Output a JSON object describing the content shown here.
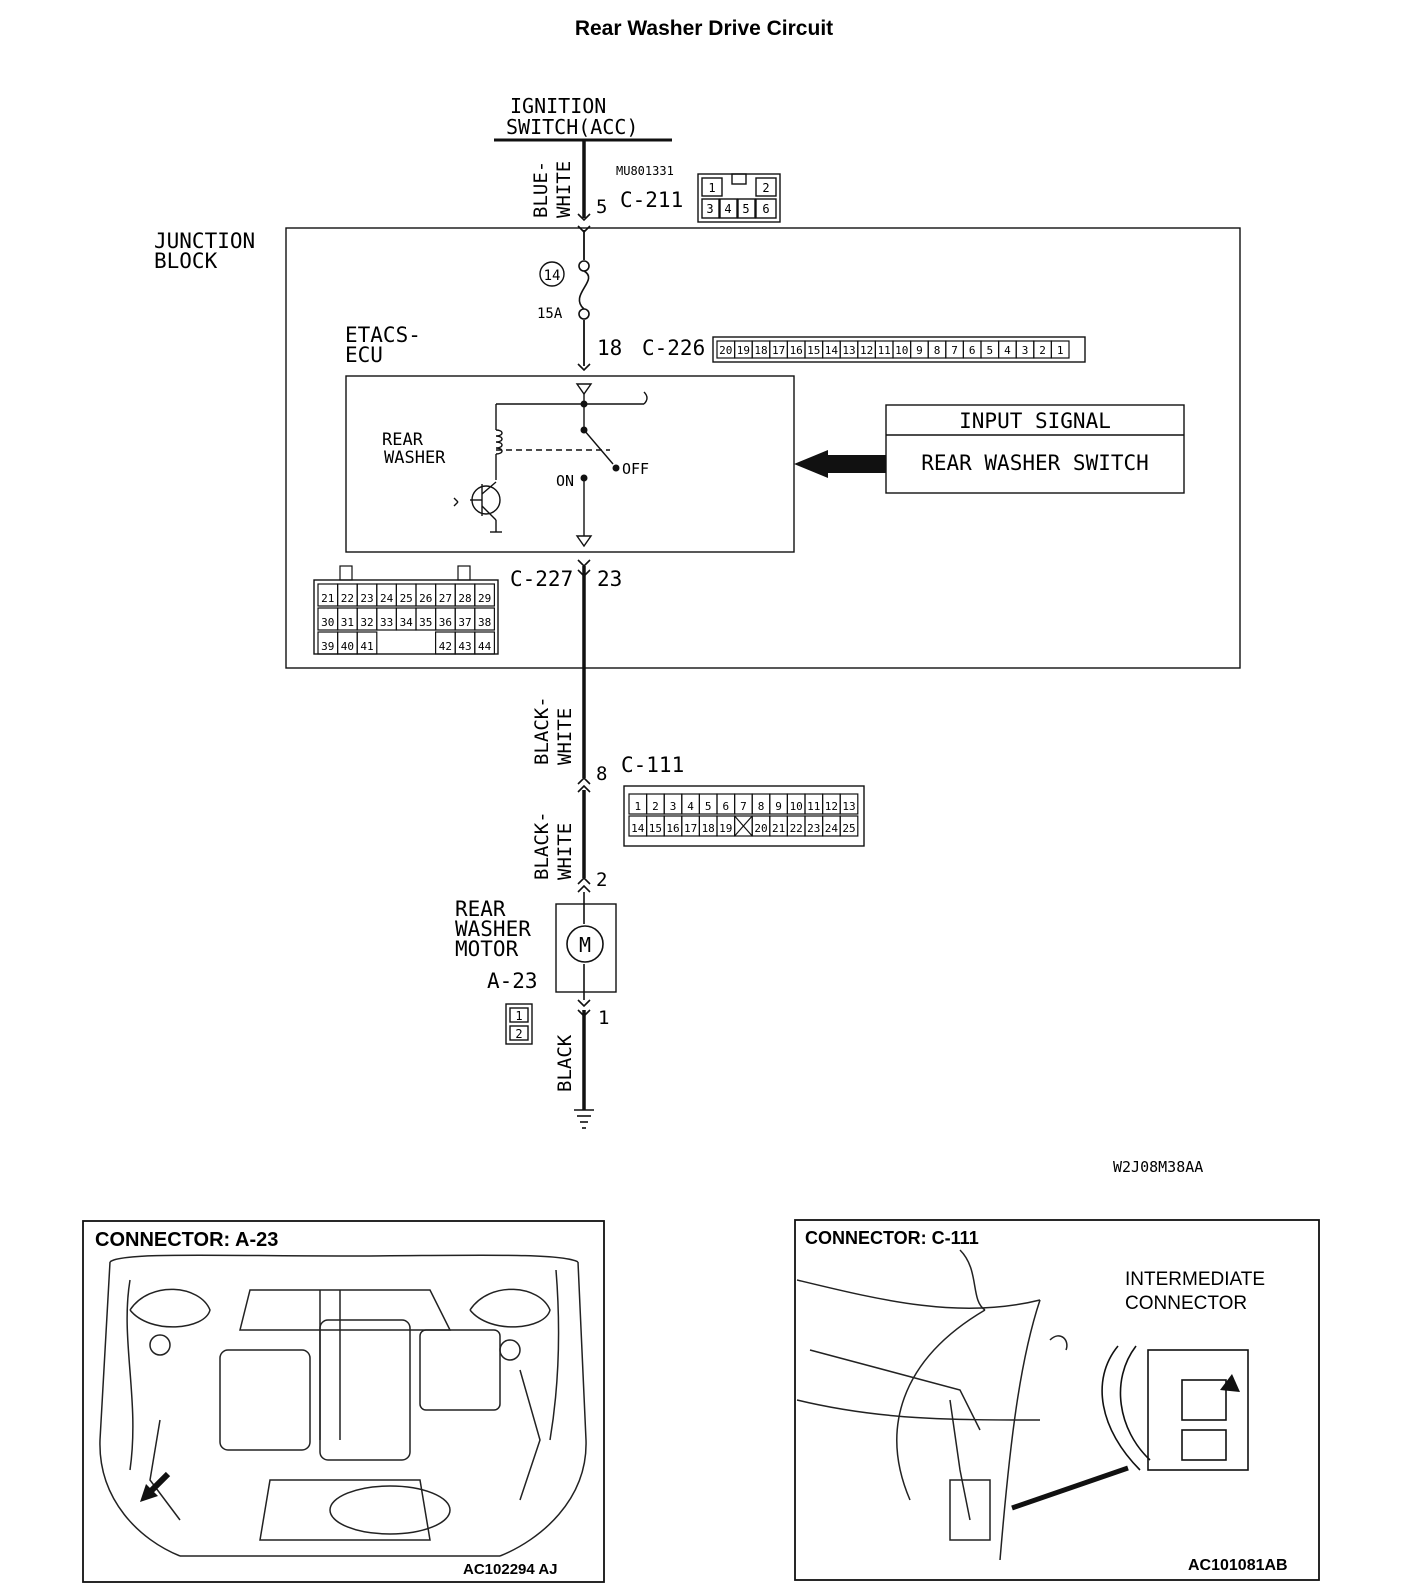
{
  "title": "Rear Washer Drive Circuit",
  "ignition": {
    "line1": "IGNITION",
    "line2": "SWITCH(ACC)"
  },
  "wires": {
    "blue_white_1": "BLUE-",
    "blue_white_2": "WHITE",
    "black_white_1": "BLACK-",
    "black_white_2": "WHITE",
    "black": "BLACK"
  },
  "connectors": {
    "c211": {
      "part": "MU801331",
      "name": "C-211",
      "pin": "5",
      "cells_top": [
        "1",
        "2"
      ],
      "cells_bottom": [
        "3",
        "4",
        "5",
        "6"
      ]
    },
    "c226": {
      "name": "C-226",
      "pin": "18",
      "cells": [
        "20",
        "19",
        "18",
        "17",
        "16",
        "15",
        "14",
        "13",
        "12",
        "11",
        "10",
        "9",
        "8",
        "7",
        "6",
        "5",
        "4",
        "3",
        "2",
        "1"
      ]
    },
    "c227": {
      "name": "C-227",
      "pin": "23",
      "row1": [
        "21",
        "22",
        "23",
        "24",
        "25",
        "26",
        "27",
        "28",
        "29"
      ],
      "row2": [
        "30",
        "31",
        "32",
        "33",
        "34",
        "35",
        "36",
        "37",
        "38"
      ],
      "row3_left": [
        "39",
        "40",
        "41"
      ],
      "row3_right": [
        "42",
        "43",
        "44"
      ]
    },
    "c111": {
      "name": "C-111",
      "pin_top": "8",
      "pin_bottom": "2",
      "row1": [
        "1",
        "2",
        "3",
        "4",
        "5",
        "6",
        "7",
        "8",
        "9",
        "10",
        "11",
        "12",
        "13"
      ],
      "row2": [
        "14",
        "15",
        "16",
        "17",
        "18",
        "19",
        "20",
        "21",
        "22",
        "23",
        "24",
        "25"
      ]
    },
    "a23": {
      "name": "A-23",
      "pin": "1",
      "cells": [
        "1",
        "2"
      ]
    }
  },
  "junction_block": {
    "line1": "JUNCTION",
    "line2": "BLOCK"
  },
  "fuse": {
    "number": "14",
    "rating": "15A"
  },
  "ecu": {
    "line1": "ETACS-",
    "line2": "ECU",
    "relay_1": "REAR",
    "relay_2": "WASHER",
    "switch_on": "ON",
    "switch_off": "OFF"
  },
  "input_signal": {
    "header": "INPUT SIGNAL",
    "value": "REAR WASHER SWITCH"
  },
  "motor": {
    "line1": "REAR",
    "line2": "WASHER",
    "line3": "MOTOR",
    "symbol": "M"
  },
  "diagram_code": "W2J08M38AA",
  "panel_left": {
    "title": "CONNECTOR: A-23",
    "code": "AC102294 AJ"
  },
  "panel_right": {
    "title": "CONNECTOR: C-111",
    "label1": "INTERMEDIATE",
    "label2": "CONNECTOR",
    "code": "AC101081AB"
  }
}
